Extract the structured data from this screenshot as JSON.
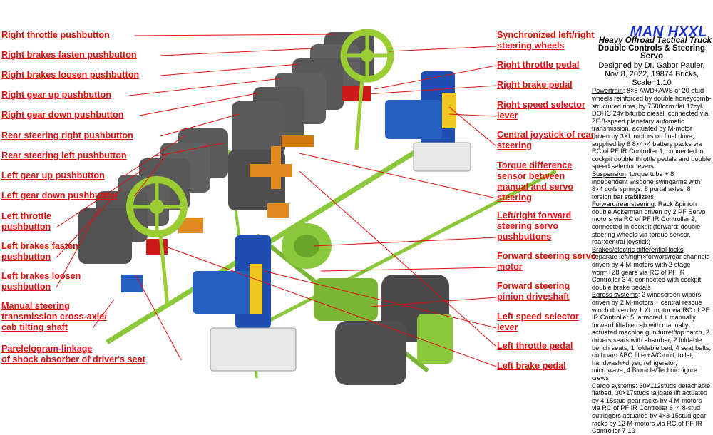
{
  "labels": {
    "left": [
      "Right throttle pushbutton",
      "Right brakes fasten pushbutton",
      "Right brakes loosen pushbutton",
      "Right gear up pushbutton",
      "Right gear down pushbutton",
      "Rear steering right pushbutton",
      "Rear steering left pushbutton",
      "Left gear up pushbutton",
      "Left gear down pushbutton",
      [
        "Left throttle",
        "pushbutton"
      ],
      [
        "Left brakes fasten",
        "pushbutton"
      ],
      [
        "Left brakes loosen",
        "pushbutton"
      ],
      [
        "Manual steering",
        "transmission cross-axle/",
        "cab tilting shaft"
      ],
      [
        "Parelelogram-linkage",
        "of shock absorber of driver's seat"
      ]
    ],
    "right": [
      [
        "Synchronized left/right",
        "steering wheels"
      ],
      "Right throttle pedal",
      "Right brake pedal",
      [
        "Right speed selector",
        "lever"
      ],
      [
        "Central joystick of rear",
        "steering"
      ],
      [
        "Torque difference",
        "sensor between",
        "manual and servo",
        "steering"
      ],
      [
        "Left/right forward",
        "steering servo",
        "pushbuttons"
      ],
      [
        "Forward steering servo",
        "motor"
      ],
      [
        "Forward steering",
        "pinion driveshaft"
      ],
      [
        "Left speed selector",
        "lever"
      ],
      "Left throttle pedal",
      "Left brake pedal"
    ]
  },
  "info": {
    "logo": "MAN HXXL",
    "subtitle1": "Heavy Offroad Tactical Truck",
    "subtitle2": "Double Controls & Steering Servo",
    "byline": "Designed by Dr. Gabor Pauler, Nov 8, 2022, 19874 Bricks, Scale=1:10",
    "sections": [
      {
        "h": "Powertrain",
        "t": ": 8×8 AWD+AWS of 20-stud wheels reinforced by double honeycomb-structured rims, by 7580ccm flat 12cyl. DOHC 24v biturbo diesel, connected via ZF 8-speed planetary automatic transmission, actuated by M-motor driven by 3XL motors on final drive, supplied by 6 8×4×4 battery packs via RC of PF IR Controller 1, connected in cockpit double throttle pedals and double speed selector levers"
      },
      {
        "h": "Suspension",
        "t": ": torque tube + 8 independent wisbone swingarms with 8×4 coils springs, 8 portal axles, 8 torsion bar stabilizers"
      },
      {
        "h": "Forward/rear steering",
        "t": ": Rack &pinion double Ackerman driven by 2 PF Servo motors via RC of PF IR Controller 2, connected in cockpit (forward: double steering wheels via torque sensor, rear:central joystick)"
      },
      {
        "h": "Brakes/electric differential locks",
        "t": ": separate left/right×forward/rear channels driven by 4 M-motors with 2-stage worm+Z8 gears via RC of PF IR Controller 3-4, connected with cockpit double brake pedals"
      },
      {
        "h": "Egress systems",
        "t": ": 2 windscreen wipers driven by 2 M-motors + central rescue winch driven by 1 XL motor via RC of PF IR Controller 5, armored + manually forward tiltable cab with manually actuated machine gun turret/top hatch, 2 drivers seats with absorber, 2 foldable bench seats, 1 foldable bed, 4 seat belts, on board ABC filter+A/C-unit, toilet, handwash+dryer, refrigerator, microwave, 4 Bionicle/Technic figure crews"
      },
      {
        "h": "Cargo systems",
        "t": ": 30×112studs detachable flatbed, 30×17studs tailgate lift actuated by 4 15stud gear racks by 4 M-motors via RC of PF IR Controller 6, 4 8-stud outriggers actuated by 4×3 15stud gear racks by 12 M-motors via RC of PF IR Controller 7-10"
      }
    ]
  },
  "colors": {
    "label": "#e01010",
    "logo": "#1a2fc8",
    "gray": "#5a5a5a",
    "lime": "#8cc83c",
    "blue": "#1e4fb0",
    "orange": "#e08a1e",
    "red": "#cc1a1a",
    "yellow": "#f0c820"
  }
}
